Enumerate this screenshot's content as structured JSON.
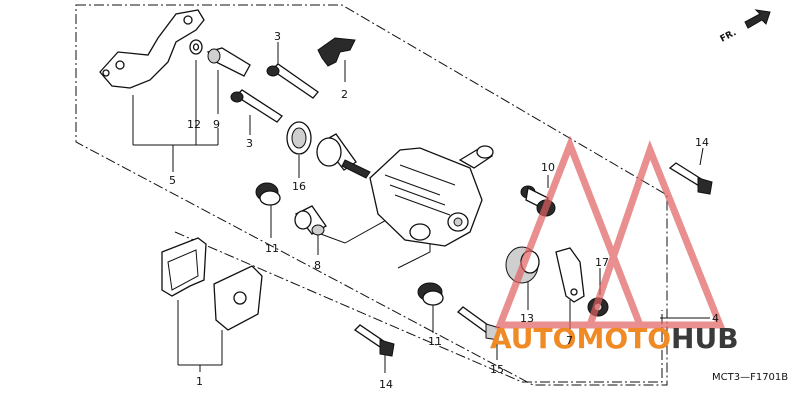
{
  "callouts": [
    "1",
    "2",
    "3",
    "3",
    "4",
    "5",
    "7",
    "8",
    "9",
    "10",
    "11",
    "11",
    "12",
    "13",
    "14",
    "14",
    "15",
    "16",
    "17"
  ],
  "diagram_code": "MCT3—F1701B",
  "direction_label": "FR.",
  "watermark": {
    "part1": "AUTO",
    "part2": "MOTO",
    "part3": "HUB",
    "color_orange": "#f08a24",
    "color_dark": "#3a3a3a",
    "triangle_color": "#e06060"
  }
}
